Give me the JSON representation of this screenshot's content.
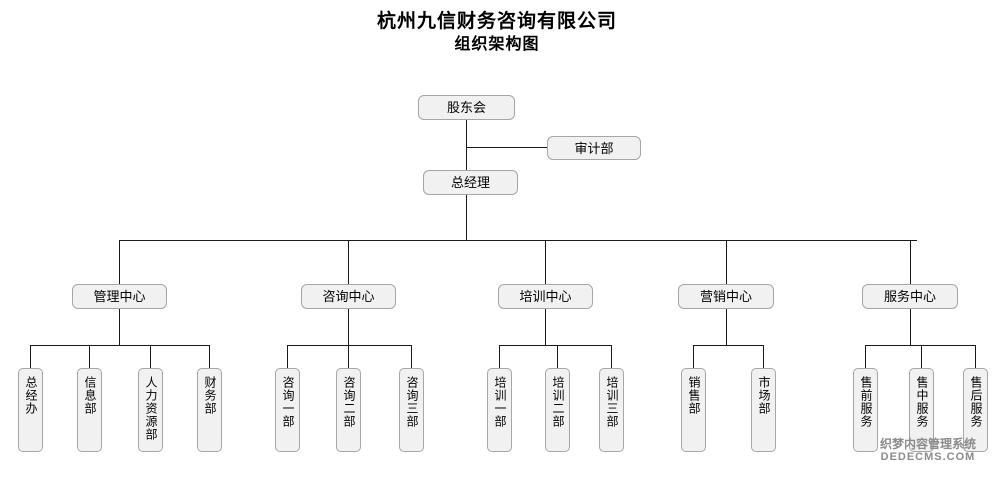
{
  "title": {
    "line1": "杭州九信财务咨询有限公司",
    "line2": "组织架构图"
  },
  "org_chart": {
    "type": "tree",
    "root": "股东会",
    "nodes": {
      "shareholders": "股东会",
      "audit": "审计部",
      "general_manager": "总经理",
      "center_management": "管理中心",
      "center_consulting": "咨询中心",
      "center_training": "培训中心",
      "center_marketing": "营销中心",
      "center_service": "服务中心",
      "mgmt_1": "总经办",
      "mgmt_2": "信息部",
      "mgmt_3": "人力资源部",
      "mgmt_4": "财务部",
      "consult_1": "咨询一部",
      "consult_2": "咨询二部",
      "consult_3": "咨询三部",
      "train_1": "培训一部",
      "train_2": "培训二部",
      "train_3": "培训三部",
      "market_1": "销售部",
      "market_2": "市场部",
      "service_1": "售前服务",
      "service_2": "售中服务",
      "service_3": "售后服务"
    },
    "edges": [
      [
        "股东会",
        "总经理"
      ],
      [
        "股东会",
        "审计部"
      ],
      [
        "总经理",
        "管理中心"
      ],
      [
        "总经理",
        "咨询中心"
      ],
      [
        "总经理",
        "培训中心"
      ],
      [
        "总经理",
        "营销中心"
      ],
      [
        "总经理",
        "服务中心"
      ],
      [
        "管理中心",
        "总经办"
      ],
      [
        "管理中心",
        "信息部"
      ],
      [
        "管理中心",
        "人力资源部"
      ],
      [
        "管理中心",
        "财务部"
      ],
      [
        "咨询中心",
        "咨询一部"
      ],
      [
        "咨询中心",
        "咨询二部"
      ],
      [
        "咨询中心",
        "咨询三部"
      ],
      [
        "培训中心",
        "培训一部"
      ],
      [
        "培训中心",
        "培训二部"
      ],
      [
        "培训中心",
        "培训三部"
      ],
      [
        "营销中心",
        "销售部"
      ],
      [
        "营销中心",
        "市场部"
      ],
      [
        "服务中心",
        "售前服务"
      ],
      [
        "服务中心",
        "售中服务"
      ],
      [
        "服务中心",
        "售后服务"
      ]
    ]
  },
  "colors": {
    "node_fill": "#f1f1f1",
    "node_border": "#a6a6a6",
    "line": "#1a1a1a",
    "text": "#000000",
    "watermark": "#8c8c8c"
  },
  "watermark": {
    "cn": "织梦内容管理系统",
    "en": "DEDECMS.COM"
  }
}
